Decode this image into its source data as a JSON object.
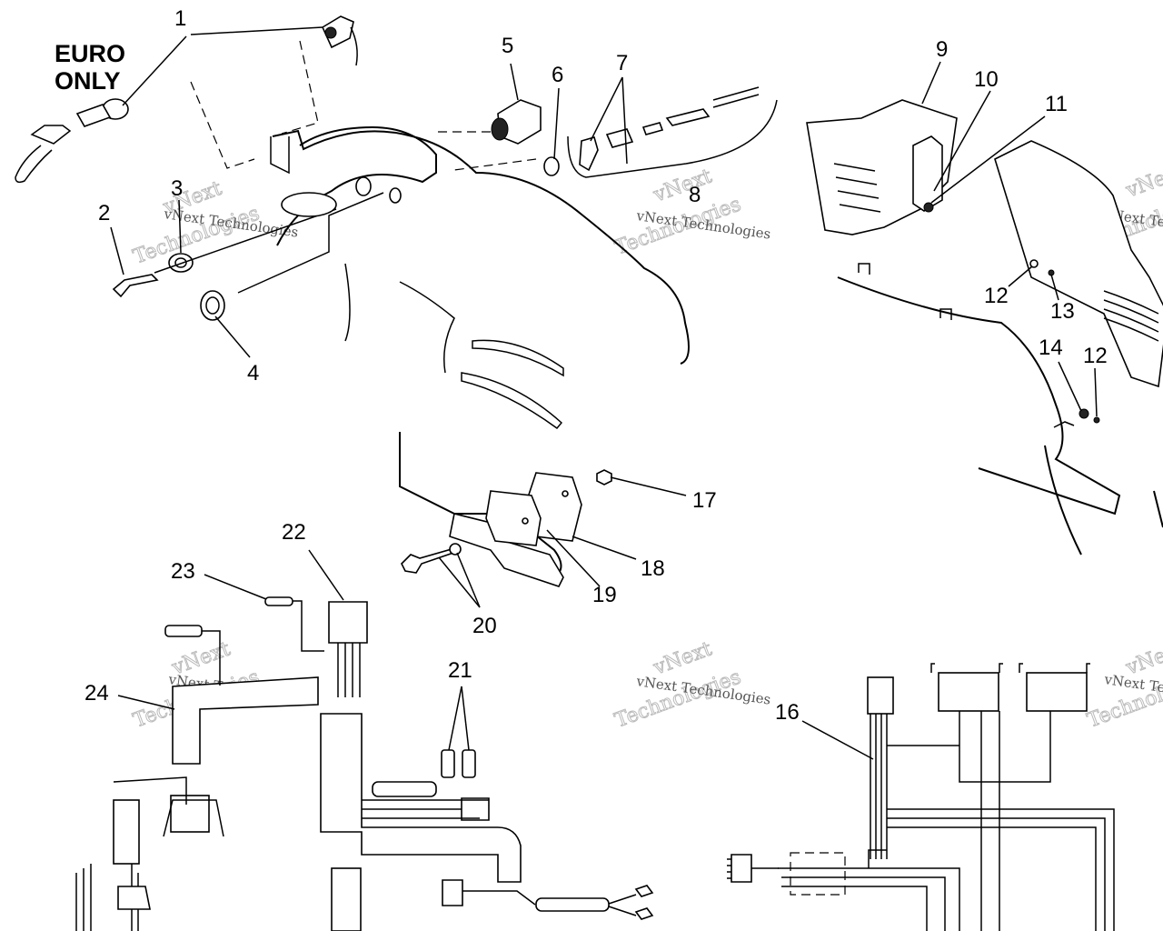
{
  "region_label": [
    "EURO",
    "ONLY"
  ],
  "callouts": [
    "1",
    "2",
    "3",
    "4",
    "5",
    "6",
    "7",
    "8",
    "9",
    "10",
    "11",
    "12",
    "13",
    "12",
    "14",
    "12",
    "17",
    "18",
    "19",
    "20",
    "21",
    "22",
    "23",
    "24",
    "16"
  ],
  "watermark": {
    "line1": "vNext Technologies",
    "line2": "vNext",
    "line3": "Technologies"
  }
}
